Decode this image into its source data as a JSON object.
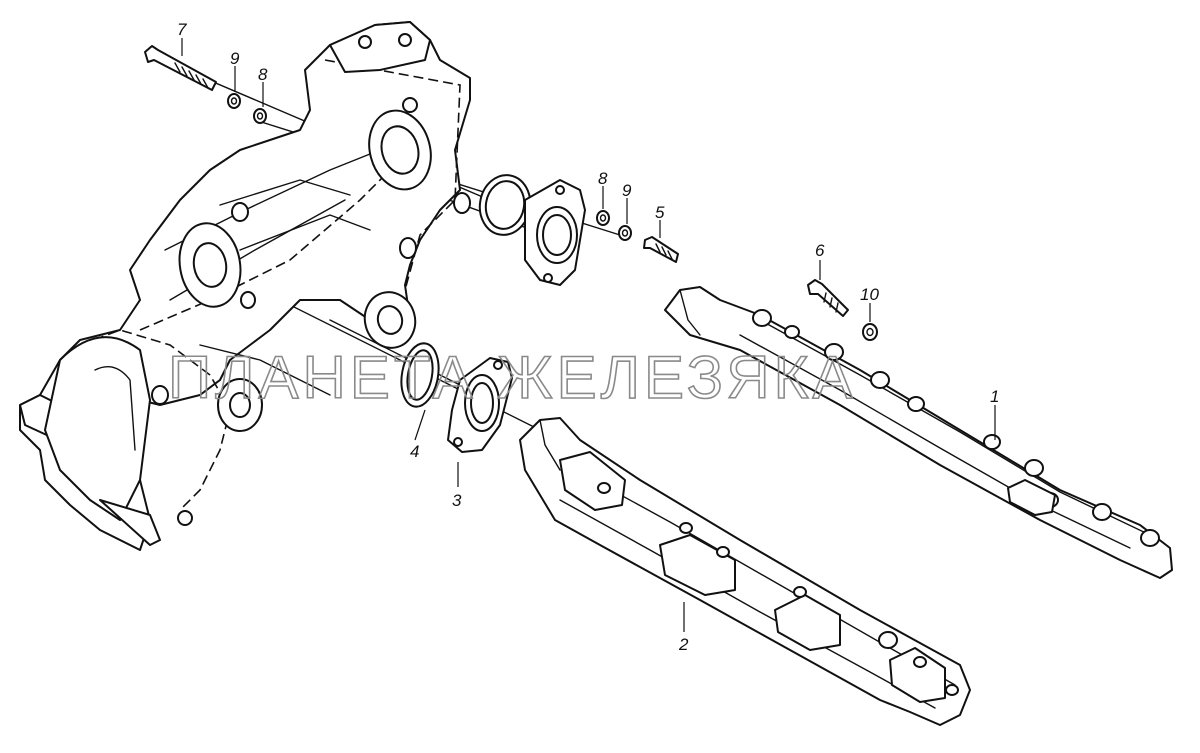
{
  "watermark": "ПЛАНЕТА ЖЕЛЕЗЯКА",
  "callouts": {
    "c1": "1",
    "c2": "2",
    "c3": "3",
    "c4": "4",
    "c5": "5",
    "c6": "6",
    "c7": "7",
    "c8a": "8",
    "c8b": "8",
    "c9a": "9",
    "c9b": "9",
    "c10": "10"
  },
  "colors": {
    "line": "#111111",
    "watermark": "#8a8a8a",
    "background": "#ffffff"
  }
}
